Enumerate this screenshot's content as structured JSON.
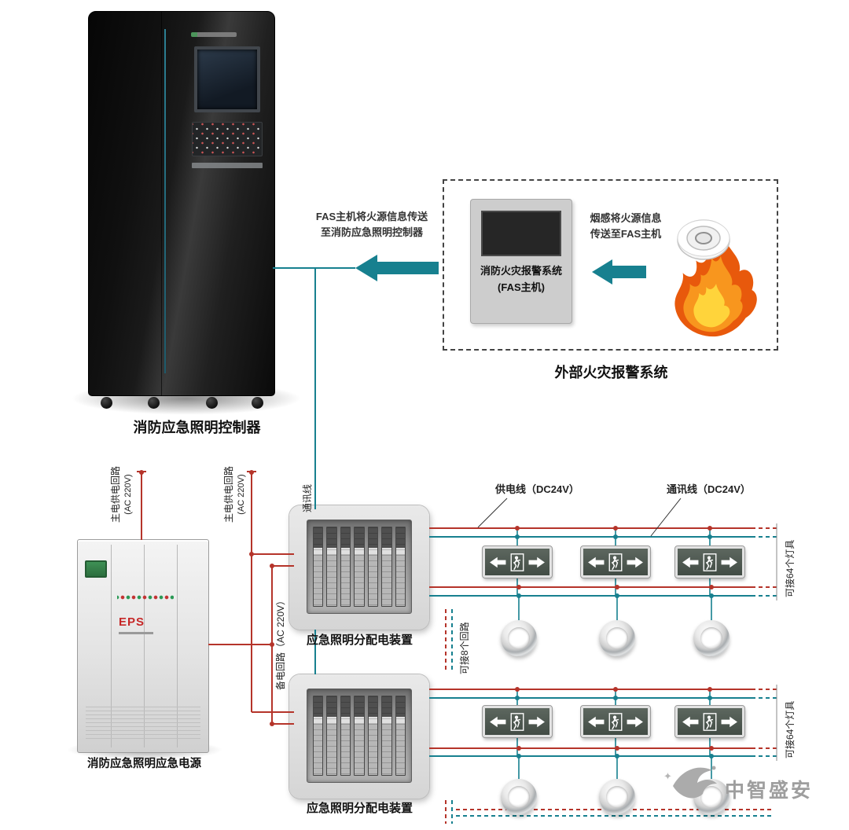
{
  "colors": {
    "flow_teal": "#17808F",
    "wire_red": "#B5342A",
    "wire_teal": "#17808F",
    "exit_sign_green": "#4d574f",
    "eps_red": "#C62828"
  },
  "controller": {
    "label": "消防应急照明控制器"
  },
  "flow_to_controller": {
    "line1": "FAS主机将火源信息传送",
    "line2": "至消防应急照明控制器"
  },
  "flow_to_fas": {
    "line1": "烟感将火源信息",
    "line2": "传送至FAS主机"
  },
  "fas_host": {
    "title_line1": "消防火灾报警系统",
    "title_line2": "(FAS主机)"
  },
  "external_system": {
    "label": "外部火灾报警系统"
  },
  "eps": {
    "label": "消防应急照明应急电源",
    "badge": "EPS"
  },
  "distribution_1": {
    "label": "应急照明分配电装置"
  },
  "distribution_2": {
    "label": "应急照明分配电装置"
  },
  "wire_labels": {
    "main_power_1_line1": "主电供电回路",
    "main_power_1_line2": "(AC 220V)",
    "main_power_2_line1": "主电供电回路",
    "main_power_2_line2": "(AC 220V)",
    "comm_line": "通讯线",
    "backup_circuit": "备电回路（AC 220V）",
    "supply_dc": "供电线（DC24V）",
    "comm_dc": "通讯线（DC24V）",
    "circuits_capacity": "可接8个回路",
    "lamps_capacity_1": "可接64个灯具",
    "lamps_capacity_2": "可接64个灯具"
  },
  "watermark": {
    "text": "中智盛安"
  }
}
